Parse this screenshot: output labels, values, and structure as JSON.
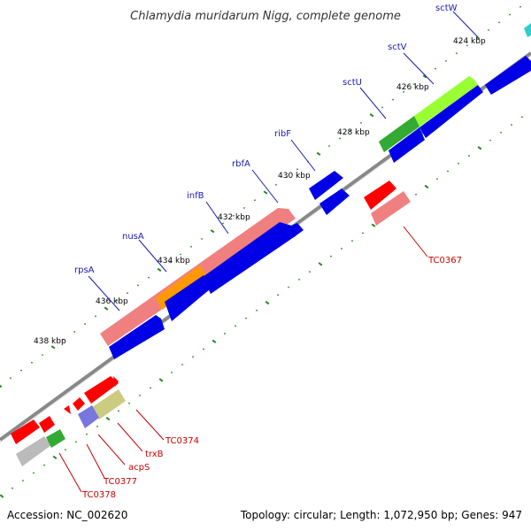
{
  "title": "Chlamydia muridarum Nigg, complete genome",
  "accession": "Accession: NC_002620",
  "summary": "Topology: circular; Length: 1,072,950 bp; Genes: 947",
  "ticks": [
    "424 kbp",
    "426 kbp",
    "428 kbp",
    "430 kbp",
    "432 kbp",
    "434 kbp",
    "436 kbp",
    "438 kbp"
  ],
  "genes": {
    "forward": [
      "sctW",
      "sctV",
      "sctU",
      "ribF",
      "rbfA",
      "infB",
      "nusA",
      "rpsA"
    ],
    "reverse": [
      "TC0367",
      "TC0374",
      "trxB",
      "acpS",
      "TC0377",
      "TC0378"
    ]
  },
  "colors": {
    "forward_label": "#1a1ab3",
    "reverse_label": "#cc0000",
    "cds": "#0000e6",
    "reverse_gene": "#ff0000",
    "rna_pink": "#f08080",
    "green_light": "#99ff33",
    "green_dark": "#33aa33",
    "orange": "#ff9900",
    "khaki": "#cccc80",
    "purple": "#7777dd",
    "grey": "#bbbbbb",
    "teal": "#33cccc",
    "backbone": "#888888",
    "tick_mark": "#228822"
  }
}
